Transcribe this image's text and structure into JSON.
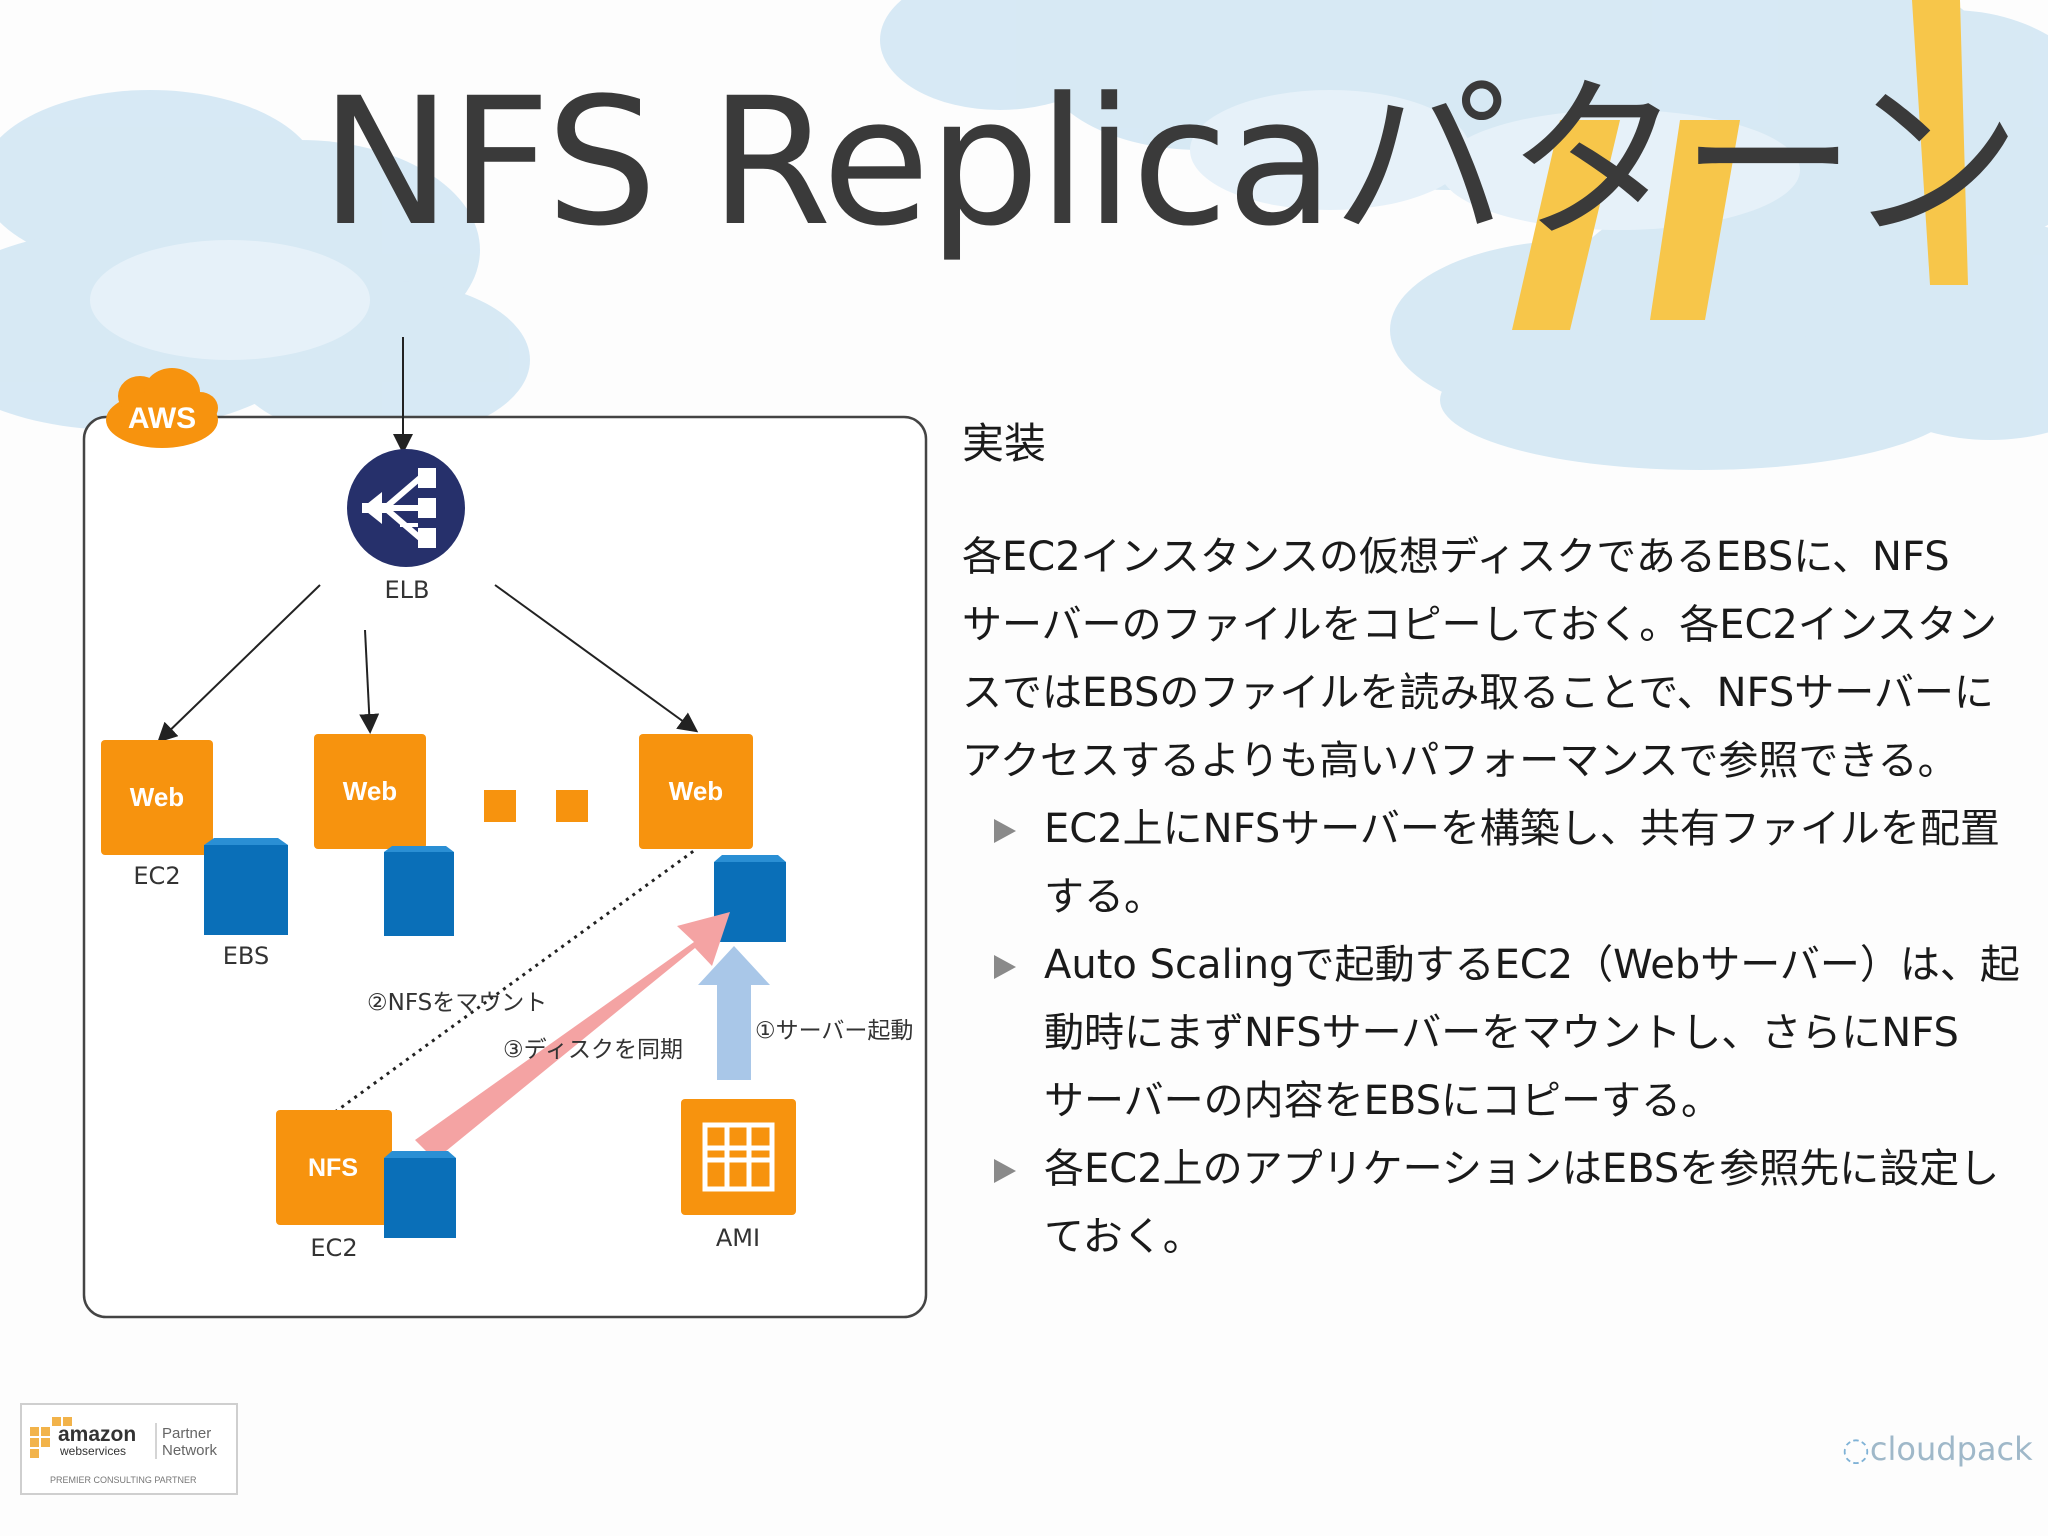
{
  "slide": {
    "title": "NFS Replicaパターン"
  },
  "diagram": {
    "aws_badge": "AWS",
    "elb_label": "ELB",
    "web_label": "Web",
    "ec2_label": "EC2",
    "ebs_label": "EBS",
    "nfs_label": "NFS",
    "nfs_ec2_label": "EC2",
    "ami_label": "AMI",
    "step1_label": "①サーバー起動",
    "step2_label": "②NFSをマウント",
    "step3_label": "③ディスクを同期",
    "colors": {
      "orange": "#f7930e",
      "blue": "#0a6fb8",
      "elb_navy": "#26306b",
      "sync_arrow": "#f4a3a3",
      "launch_arrow": "#a9c7e8"
    }
  },
  "content": {
    "heading": "実装",
    "paragraph": [
      "各EC2インスタンスの仮想ディスクであるEBSに、NFS",
      "サーバーのファイルをコピーしておく。各EC2インスタン",
      "スではEBSのファイルを読み取ることで、NFSサーバーに",
      "アクセスするよりも高いパフォーマンスで参照できる。"
    ],
    "bullets": [
      {
        "lines": [
          "EC2上にNFSサーバーを構築し、共有ファイルを配置",
          "する。"
        ]
      },
      {
        "lines": [
          "Auto Scalingで起動するEC2（Webサーバー）は、起",
          "動時にまずNFSサーバーをマウントし、さらにNFS",
          "サーバーの内容をEBSにコピーする。"
        ]
      },
      {
        "lines": [
          "各EC2上のアプリケーションはEBSを参照先に設定し",
          "ておく。"
        ]
      }
    ]
  },
  "footer": {
    "amazon_text": "amazon",
    "webservices_text": "webservices",
    "partner_text": "Partner",
    "network_text": "Network",
    "consulting_text": "PREMIER CONSULTING PARTNER",
    "cloudpack_text": "cloudpack"
  }
}
